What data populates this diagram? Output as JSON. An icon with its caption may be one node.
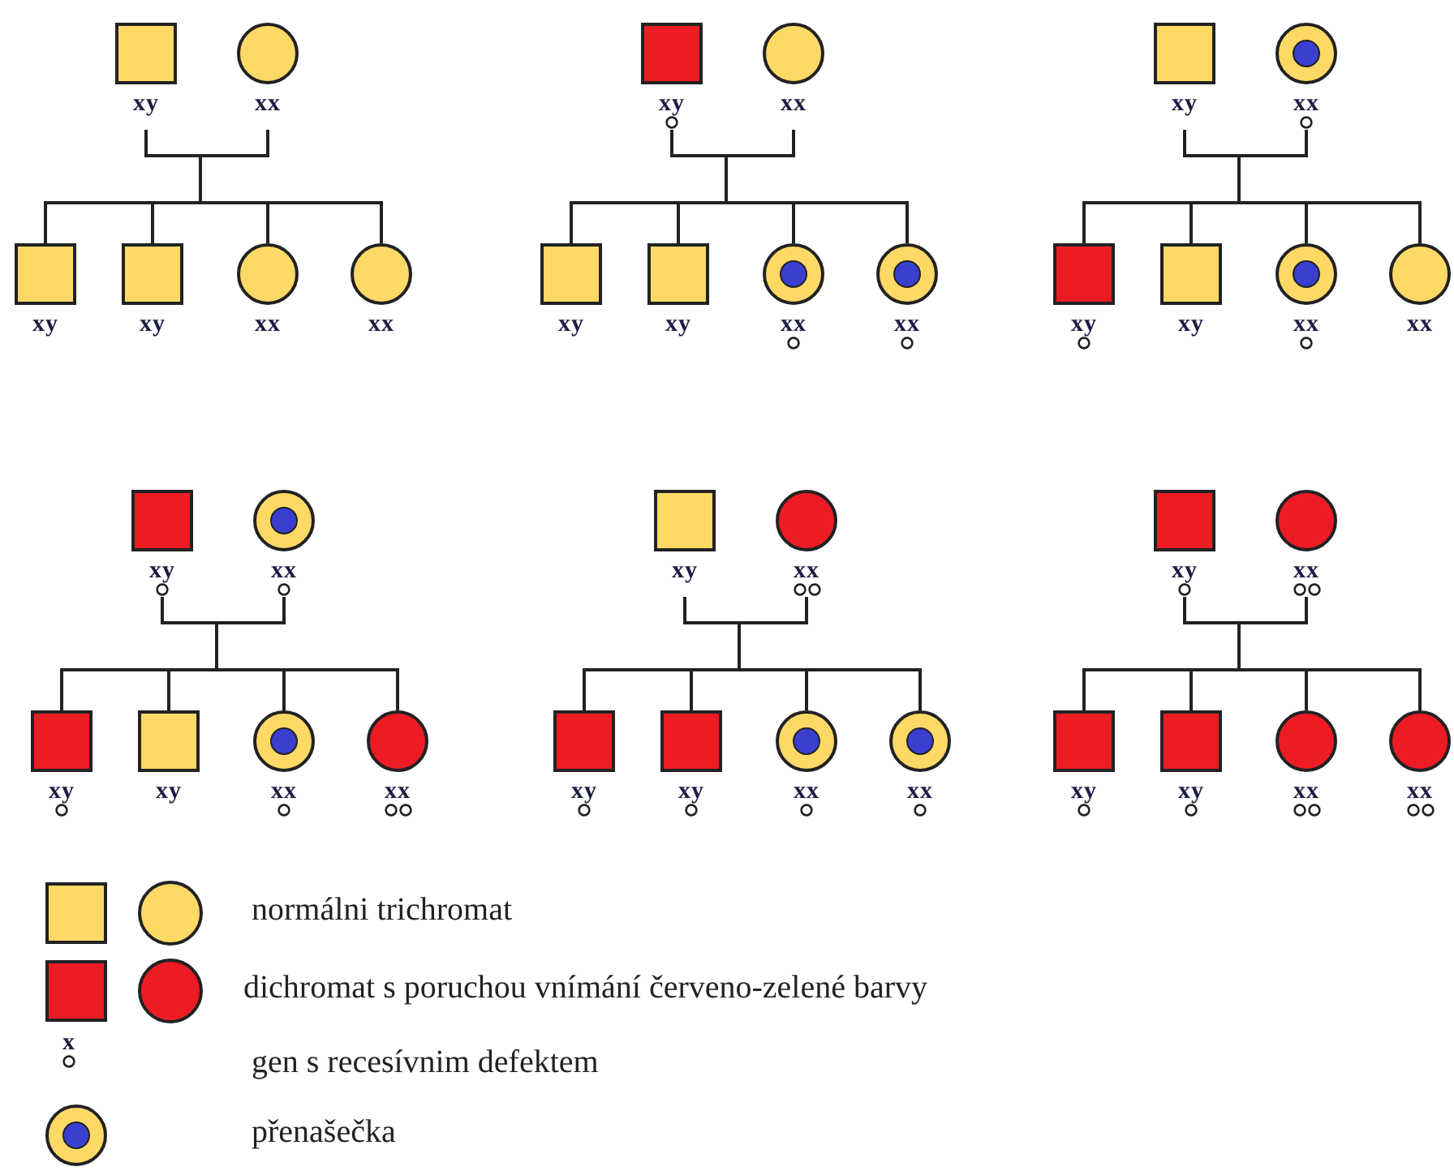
{
  "diagram": {
    "nodes": [
      {
        "text": [
          "xy"
        ]
      },
      {
        "text": [
          "xx"
        ]
      },
      {
        "text": [
          "xy"
        ]
      },
      {
        "text": [
          "xy"
        ]
      },
      {
        "text": [
          "xx"
        ]
      },
      {
        "text": [
          "xx"
        ]
      },
      {
        "text": [
          "xy"
        ]
      },
      {
        "text": [
          "xx"
        ]
      },
      {
        "text": [
          "xy"
        ]
      },
      {
        "text": [
          "xy"
        ]
      },
      {
        "text": [
          "xx"
        ]
      },
      {
        "text": [
          "xx"
        ]
      },
      {
        "text": [
          "xy"
        ]
      },
      {
        "text": [
          "xx"
        ]
      },
      {
        "text": [
          "xy"
        ]
      },
      {
        "text": [
          "xy"
        ]
      },
      {
        "text": [
          "xx"
        ]
      },
      {
        "text": [
          "xx"
        ]
      },
      {
        "text": [
          "xy"
        ]
      },
      {
        "text": [
          "xx"
        ]
      },
      {
        "text": [
          "xy"
        ]
      },
      {
        "text": [
          "xy"
        ]
      },
      {
        "text": [
          "xx"
        ]
      },
      {
        "text": [
          "xx"
        ]
      },
      {
        "text": [
          "xy"
        ]
      },
      {
        "text": [
          "xx"
        ]
      },
      {
        "text": [
          "xy"
        ]
      },
      {
        "text": [
          "xy"
        ]
      },
      {
        "text": [
          "xx"
        ]
      },
      {
        "text": [
          "xx"
        ]
      },
      {
        "text": [
          "xy"
        ]
      },
      {
        "text": [
          "xx"
        ]
      },
      {
        "text": [
          "xy"
        ]
      },
      {
        "text": [
          "xy"
        ]
      },
      {
        "text": [
          "xx"
        ]
      },
      {
        "text": [
          "xx"
        ]
      }
    ],
    "edges": [
      {
        "from": 0,
        "to": 2,
        "arrow": "none"
      },
      {
        "from": 0,
        "to": 3,
        "arrow": "none"
      },
      {
        "from": 0,
        "to": 4,
        "arrow": "none"
      },
      {
        "from": 0,
        "to": 5,
        "arrow": "none"
      },
      {
        "from": 1,
        "to": 2,
        "arrow": "none"
      },
      {
        "from": 1,
        "to": 3,
        "arrow": "none"
      },
      {
        "from": 1,
        "to": 4,
        "arrow": "none"
      },
      {
        "from": 1,
        "to": 5,
        "arrow": "none"
      },
      {
        "from": 6,
        "to": 8,
        "arrow": "none"
      },
      {
        "from": 6,
        "to": 9,
        "arrow": "none"
      },
      {
        "from": 6,
        "to": 10,
        "arrow": "none"
      },
      {
        "from": 6,
        "to": 11,
        "arrow": "none"
      },
      {
        "from": 7,
        "to": 8,
        "arrow": "none"
      },
      {
        "from": 7,
        "to": 9,
        "arrow": "none"
      },
      {
        "from": 7,
        "to": 10,
        "arrow": "none"
      },
      {
        "from": 7,
        "to": 11,
        "arrow": "none"
      },
      {
        "from": 12,
        "to": 14,
        "arrow": "none"
      },
      {
        "from": 12,
        "to": 15,
        "arrow": "none"
      },
      {
        "from": 12,
        "to": 16,
        "arrow": "none"
      },
      {
        "from": 12,
        "to": 17,
        "arrow": "none"
      },
      {
        "from": 13,
        "to": 14,
        "arrow": "none"
      },
      {
        "from": 13,
        "to": 15,
        "arrow": "none"
      },
      {
        "from": 13,
        "to": 16,
        "arrow": "none"
      },
      {
        "from": 13,
        "to": 17,
        "arrow": "none"
      },
      {
        "from": 18,
        "to": 20,
        "arrow": "none"
      },
      {
        "from": 18,
        "to": 21,
        "arrow": "none"
      },
      {
        "from": 18,
        "to": 22,
        "arrow": "none"
      },
      {
        "from": 18,
        "to": 23,
        "arrow": "none"
      },
      {
        "from": 19,
        "to": 20,
        "arrow": "none"
      },
      {
        "from": 19,
        "to": 21,
        "arrow": "none"
      },
      {
        "from": 19,
        "to": 22,
        "arrow": "none"
      },
      {
        "from": 19,
        "to": 23,
        "arrow": "none"
      },
      {
        "from": 24,
        "to": 26,
        "arrow": "none"
      },
      {
        "from": 24,
        "to": 27,
        "arrow": "none"
      },
      {
        "from": 24,
        "to": 28,
        "arrow": "none"
      },
      {
        "from": 24,
        "to": 29,
        "arrow": "none"
      },
      {
        "from": 25,
        "to": 26,
        "arrow": "none"
      },
      {
        "from": 25,
        "to": 27,
        "arrow": "none"
      },
      {
        "from": 25,
        "to": 28,
        "arrow": "none"
      },
      {
        "from": 25,
        "to": 29,
        "arrow": "none"
      },
      {
        "from": 30,
        "to": 32,
        "arrow": "none"
      },
      {
        "from": 30,
        "to": 33,
        "arrow": "none"
      },
      {
        "from": 30,
        "to": 34,
        "arrow": "none"
      },
      {
        "from": 30,
        "to": 35,
        "arrow": "none"
      },
      {
        "from": 31,
        "to": 32,
        "arrow": "none"
      },
      {
        "from": 31,
        "to": 33,
        "arrow": "none"
      },
      {
        "from": 31,
        "to": 34,
        "arrow": "none"
      },
      {
        "from": 31,
        "to": 35,
        "arrow": "none"
      }
    ],
    "labels": [
      "x"
    ],
    "legend": [
      {
        "text": "normálni trichromat",
        "color": "#ffd966"
      },
      {
        "text": "dichromat s poruchou vnímání červeno-zelené barvy",
        "color": "#ed1c24"
      },
      {
        "text": "gen s recesívnim defektem"
      },
      {
        "text": "přenašečka"
      }
    ]
  }
}
